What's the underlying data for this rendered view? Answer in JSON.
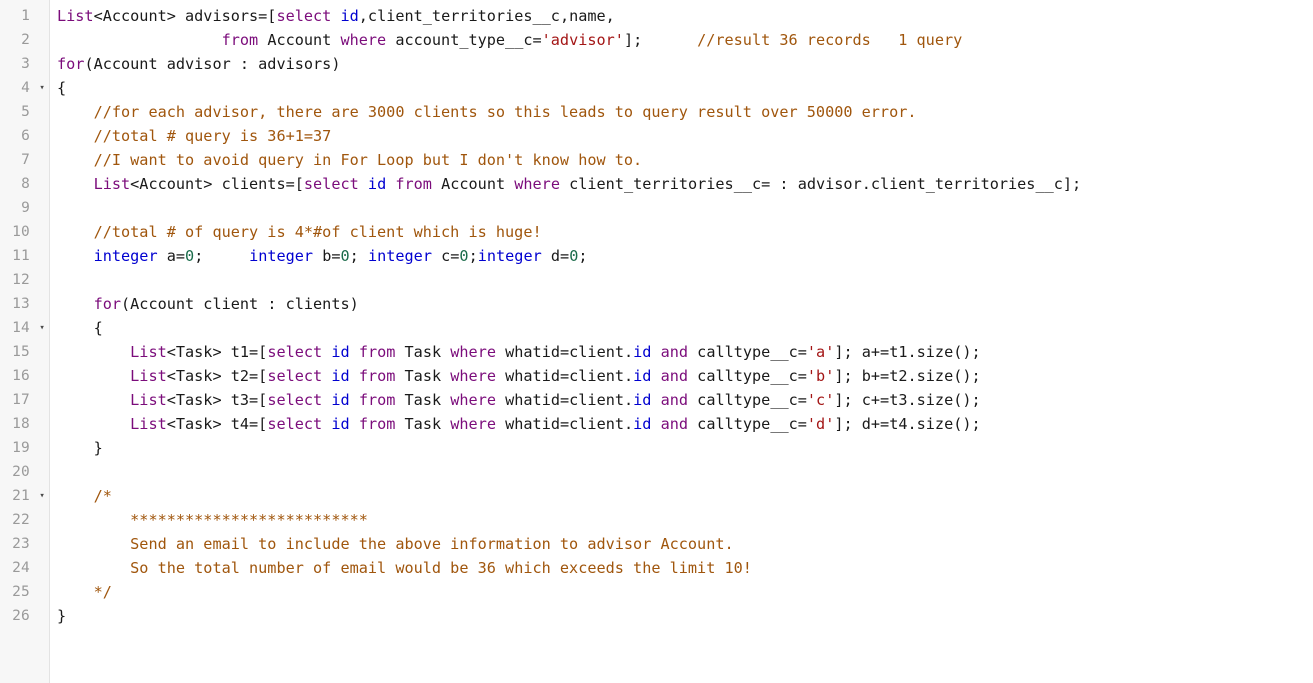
{
  "editor": {
    "name": "code-editor",
    "language": "Apex",
    "total_lines": 26,
    "colors": {
      "background": "#ffffff",
      "gutter_background": "#f7f7f7",
      "gutter_border": "#e3e3e3",
      "line_number": "#9a9a9a",
      "keyword": "#7b0c7b",
      "type": "#0000d0",
      "number": "#1a6b4a",
      "string": "#a31515",
      "comment": "#a0560d",
      "plain": "#1a1a1a"
    },
    "fold_marker": "▾",
    "fold_lines": [
      4,
      14,
      21
    ],
    "line_numbers": [
      "1",
      "2",
      "3",
      "4",
      "5",
      "6",
      "7",
      "8",
      "9",
      "10",
      "11",
      "12",
      "13",
      "14",
      "15",
      "16",
      "17",
      "18",
      "19",
      "20",
      "21",
      "22",
      "23",
      "24",
      "25",
      "26"
    ],
    "lines": [
      {
        "n": 1,
        "fold": false,
        "text": "List<Account> advisors=[select id,client_territories__c,name,",
        "tokens": [
          {
            "t": "List",
            "c": "kw"
          },
          {
            "t": "<Account> advisors=[",
            "c": "plain"
          },
          {
            "t": "select",
            "c": "kw"
          },
          {
            "t": " ",
            "c": "plain"
          },
          {
            "t": "id",
            "c": "type"
          },
          {
            "t": ",client_territories__c,name,",
            "c": "plain"
          }
        ]
      },
      {
        "n": 2,
        "fold": false,
        "text": "                  from Account where account_type__c='advisor'];      //result 36 records   1 query",
        "tokens": [
          {
            "t": "                  ",
            "c": "plain"
          },
          {
            "t": "from",
            "c": "kw"
          },
          {
            "t": " Account ",
            "c": "plain"
          },
          {
            "t": "where",
            "c": "kw"
          },
          {
            "t": " account_type__c=",
            "c": "plain"
          },
          {
            "t": "'advisor'",
            "c": "str"
          },
          {
            "t": "];      ",
            "c": "plain"
          },
          {
            "t": "//result 36 records   1 query",
            "c": "comment"
          }
        ]
      },
      {
        "n": 3,
        "fold": false,
        "text": "for(Account advisor : advisors)",
        "tokens": [
          {
            "t": "for",
            "c": "kw"
          },
          {
            "t": "(Account advisor : advisors)",
            "c": "plain"
          }
        ]
      },
      {
        "n": 4,
        "fold": true,
        "text": "{",
        "tokens": [
          {
            "t": "{",
            "c": "plain"
          }
        ]
      },
      {
        "n": 5,
        "fold": false,
        "text": "    //for each advisor, there are 3000 clients so this leads to query result over 50000 error.",
        "tokens": [
          {
            "t": "    ",
            "c": "plain"
          },
          {
            "t": "//for each advisor, there are 3000 clients so this leads to query result over 50000 error.",
            "c": "comment"
          }
        ]
      },
      {
        "n": 6,
        "fold": false,
        "text": "    //total # query is 36+1=37",
        "tokens": [
          {
            "t": "    ",
            "c": "plain"
          },
          {
            "t": "//total # query is 36+1=37",
            "c": "comment"
          }
        ]
      },
      {
        "n": 7,
        "fold": false,
        "text": "    //I want to avoid query in For Loop but I don't know how to.",
        "tokens": [
          {
            "t": "    ",
            "c": "plain"
          },
          {
            "t": "//I want to avoid query in For Loop but I don't know how to.",
            "c": "comment"
          }
        ]
      },
      {
        "n": 8,
        "fold": false,
        "text": "    List<Account> clients=[select id from Account where client_territories__c= : advisor.client_territories__c];",
        "tokens": [
          {
            "t": "    ",
            "c": "plain"
          },
          {
            "t": "List",
            "c": "kw"
          },
          {
            "t": "<Account> clients=[",
            "c": "plain"
          },
          {
            "t": "select",
            "c": "kw"
          },
          {
            "t": " ",
            "c": "plain"
          },
          {
            "t": "id",
            "c": "type"
          },
          {
            "t": " ",
            "c": "plain"
          },
          {
            "t": "from",
            "c": "kw"
          },
          {
            "t": " Account ",
            "c": "plain"
          },
          {
            "t": "where",
            "c": "kw"
          },
          {
            "t": " client_territories__c= : advisor.client_territories__c];",
            "c": "plain"
          }
        ]
      },
      {
        "n": 9,
        "fold": false,
        "text": "",
        "tokens": []
      },
      {
        "n": 10,
        "fold": false,
        "text": "    //total # of query is 4*#of client which is huge!",
        "tokens": [
          {
            "t": "    ",
            "c": "plain"
          },
          {
            "t": "//total # of query is 4*#of client which is huge!",
            "c": "comment"
          }
        ]
      },
      {
        "n": 11,
        "fold": false,
        "text": "    integer a=0;     integer b=0; integer c=0;integer d=0;",
        "tokens": [
          {
            "t": "    ",
            "c": "plain"
          },
          {
            "t": "integer",
            "c": "type"
          },
          {
            "t": " a=",
            "c": "plain"
          },
          {
            "t": "0",
            "c": "num"
          },
          {
            "t": ";     ",
            "c": "plain"
          },
          {
            "t": "integer",
            "c": "type"
          },
          {
            "t": " b=",
            "c": "plain"
          },
          {
            "t": "0",
            "c": "num"
          },
          {
            "t": "; ",
            "c": "plain"
          },
          {
            "t": "integer",
            "c": "type"
          },
          {
            "t": " c=",
            "c": "plain"
          },
          {
            "t": "0",
            "c": "num"
          },
          {
            "t": ";",
            "c": "plain"
          },
          {
            "t": "integer",
            "c": "type"
          },
          {
            "t": " d=",
            "c": "plain"
          },
          {
            "t": "0",
            "c": "num"
          },
          {
            "t": ";",
            "c": "plain"
          }
        ]
      },
      {
        "n": 12,
        "fold": false,
        "text": "",
        "tokens": []
      },
      {
        "n": 13,
        "fold": false,
        "text": "    for(Account client : clients)",
        "tokens": [
          {
            "t": "    ",
            "c": "plain"
          },
          {
            "t": "for",
            "c": "kw"
          },
          {
            "t": "(Account client : clients)",
            "c": "plain"
          }
        ]
      },
      {
        "n": 14,
        "fold": true,
        "text": "    {",
        "tokens": [
          {
            "t": "    {",
            "c": "plain"
          }
        ]
      },
      {
        "n": 15,
        "fold": false,
        "text": "        List<Task> t1=[select id from Task where whatid=client.id and calltype__c='a']; a+=t1.size();",
        "tokens": [
          {
            "t": "        ",
            "c": "plain"
          },
          {
            "t": "List",
            "c": "kw"
          },
          {
            "t": "<Task> t1=[",
            "c": "plain"
          },
          {
            "t": "select",
            "c": "kw"
          },
          {
            "t": " ",
            "c": "plain"
          },
          {
            "t": "id",
            "c": "type"
          },
          {
            "t": " ",
            "c": "plain"
          },
          {
            "t": "from",
            "c": "kw"
          },
          {
            "t": " Task ",
            "c": "plain"
          },
          {
            "t": "where",
            "c": "kw"
          },
          {
            "t": " whatid=client.",
            "c": "plain"
          },
          {
            "t": "id",
            "c": "type"
          },
          {
            "t": " ",
            "c": "plain"
          },
          {
            "t": "and",
            "c": "kw"
          },
          {
            "t": " calltype__c=",
            "c": "plain"
          },
          {
            "t": "'a'",
            "c": "str"
          },
          {
            "t": "]; a+=t1.size();",
            "c": "plain"
          }
        ]
      },
      {
        "n": 16,
        "fold": false,
        "text": "        List<Task> t2=[select id from Task where whatid=client.id and calltype__c='b']; b+=t2.size();",
        "tokens": [
          {
            "t": "        ",
            "c": "plain"
          },
          {
            "t": "List",
            "c": "kw"
          },
          {
            "t": "<Task> t2=[",
            "c": "plain"
          },
          {
            "t": "select",
            "c": "kw"
          },
          {
            "t": " ",
            "c": "plain"
          },
          {
            "t": "id",
            "c": "type"
          },
          {
            "t": " ",
            "c": "plain"
          },
          {
            "t": "from",
            "c": "kw"
          },
          {
            "t": " Task ",
            "c": "plain"
          },
          {
            "t": "where",
            "c": "kw"
          },
          {
            "t": " whatid=client.",
            "c": "plain"
          },
          {
            "t": "id",
            "c": "type"
          },
          {
            "t": " ",
            "c": "plain"
          },
          {
            "t": "and",
            "c": "kw"
          },
          {
            "t": " calltype__c=",
            "c": "plain"
          },
          {
            "t": "'b'",
            "c": "str"
          },
          {
            "t": "]; b+=t2.size();",
            "c": "plain"
          }
        ]
      },
      {
        "n": 17,
        "fold": false,
        "text": "        List<Task> t3=[select id from Task where whatid=client.id and calltype__c='c']; c+=t3.size();",
        "tokens": [
          {
            "t": "        ",
            "c": "plain"
          },
          {
            "t": "List",
            "c": "kw"
          },
          {
            "t": "<Task> t3=[",
            "c": "plain"
          },
          {
            "t": "select",
            "c": "kw"
          },
          {
            "t": " ",
            "c": "plain"
          },
          {
            "t": "id",
            "c": "type"
          },
          {
            "t": " ",
            "c": "plain"
          },
          {
            "t": "from",
            "c": "kw"
          },
          {
            "t": " Task ",
            "c": "plain"
          },
          {
            "t": "where",
            "c": "kw"
          },
          {
            "t": " whatid=client.",
            "c": "plain"
          },
          {
            "t": "id",
            "c": "type"
          },
          {
            "t": " ",
            "c": "plain"
          },
          {
            "t": "and",
            "c": "kw"
          },
          {
            "t": " calltype__c=",
            "c": "plain"
          },
          {
            "t": "'c'",
            "c": "str"
          },
          {
            "t": "]; c+=t3.size();",
            "c": "plain"
          }
        ]
      },
      {
        "n": 18,
        "fold": false,
        "text": "        List<Task> t4=[select id from Task where whatid=client.id and calltype__c='d']; d+=t4.size();",
        "tokens": [
          {
            "t": "        ",
            "c": "plain"
          },
          {
            "t": "List",
            "c": "kw"
          },
          {
            "t": "<Task> t4=[",
            "c": "plain"
          },
          {
            "t": "select",
            "c": "kw"
          },
          {
            "t": " ",
            "c": "plain"
          },
          {
            "t": "id",
            "c": "type"
          },
          {
            "t": " ",
            "c": "plain"
          },
          {
            "t": "from",
            "c": "kw"
          },
          {
            "t": " Task ",
            "c": "plain"
          },
          {
            "t": "where",
            "c": "kw"
          },
          {
            "t": " whatid=client.",
            "c": "plain"
          },
          {
            "t": "id",
            "c": "type"
          },
          {
            "t": " ",
            "c": "plain"
          },
          {
            "t": "and",
            "c": "kw"
          },
          {
            "t": " calltype__c=",
            "c": "plain"
          },
          {
            "t": "'d'",
            "c": "str"
          },
          {
            "t": "]; d+=t4.size();",
            "c": "plain"
          }
        ]
      },
      {
        "n": 19,
        "fold": false,
        "text": "    }",
        "tokens": [
          {
            "t": "    }",
            "c": "plain"
          }
        ]
      },
      {
        "n": 20,
        "fold": false,
        "text": "",
        "tokens": []
      },
      {
        "n": 21,
        "fold": true,
        "text": "    /*",
        "tokens": [
          {
            "t": "    ",
            "c": "plain"
          },
          {
            "t": "/*",
            "c": "comment"
          }
        ]
      },
      {
        "n": 22,
        "fold": false,
        "text": "        **************************",
        "tokens": [
          {
            "t": "        ",
            "c": "plain"
          },
          {
            "t": "**************************",
            "c": "comment"
          }
        ]
      },
      {
        "n": 23,
        "fold": false,
        "text": "        Send an email to include the above information to advisor Account.",
        "tokens": [
          {
            "t": "        ",
            "c": "plain"
          },
          {
            "t": "Send an email to include the above information to advisor Account.",
            "c": "comment"
          }
        ]
      },
      {
        "n": 24,
        "fold": false,
        "text": "        So the total number of email would be 36 which exceeds the limit 10!",
        "tokens": [
          {
            "t": "        ",
            "c": "plain"
          },
          {
            "t": "So the total number of email would be 36 which exceeds the limit 10!",
            "c": "comment"
          }
        ]
      },
      {
        "n": 25,
        "fold": false,
        "text": "    */",
        "tokens": [
          {
            "t": "    ",
            "c": "plain"
          },
          {
            "t": "*/",
            "c": "comment"
          }
        ]
      },
      {
        "n": 26,
        "fold": false,
        "text": "}",
        "tokens": [
          {
            "t": "}",
            "c": "plain"
          }
        ]
      }
    ]
  }
}
